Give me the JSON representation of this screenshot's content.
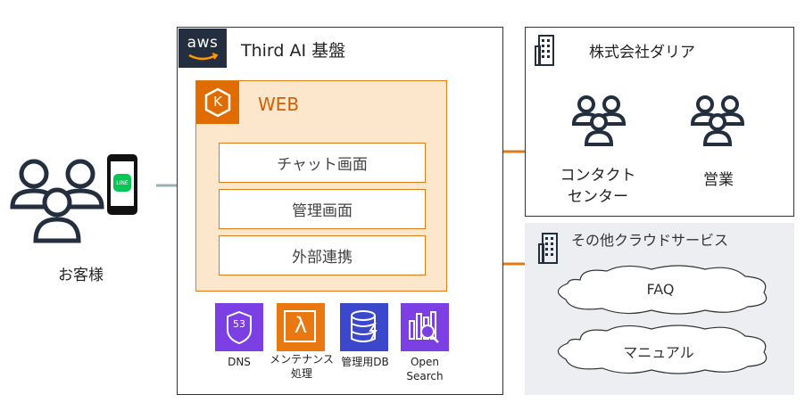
{
  "customer": {
    "label": "お客様",
    "line_badge": "LINE"
  },
  "aws": {
    "logo_text": "aws",
    "title": "Third AI 基盤"
  },
  "web": {
    "title": "WEB",
    "icon_letter": "K",
    "panels": [
      {
        "label": "チャット画面"
      },
      {
        "label": "管理画面"
      },
      {
        "label": "外部連携"
      }
    ]
  },
  "services": [
    {
      "label": "DNS",
      "icon": "route53-icon",
      "icon_text": "53",
      "color": "#7b3fe4"
    },
    {
      "label": "メンテナンス\n処理",
      "icon": "lambda-icon",
      "icon_text": "λ",
      "color": "#e8780f"
    },
    {
      "label": "管理用DB",
      "icon": "dynamodb-icon",
      "icon_text": "",
      "color": "#3b48cc"
    },
    {
      "label": "Open\nSearch",
      "icon": "opensearch-icon",
      "icon_text": "",
      "color": "#7b3fe4"
    }
  ],
  "company": {
    "title": "株式会社ダリア",
    "groups": [
      {
        "label": "コンタクト\nセンター"
      },
      {
        "label": "営業"
      }
    ]
  },
  "other_cloud": {
    "title": "その他クラウドサービス",
    "items": [
      {
        "label": "FAQ"
      },
      {
        "label": "マニュアル"
      }
    ]
  },
  "colors": {
    "orange": "#e07b1a",
    "connector_gray": "#9aaeb8",
    "dark": "#232f3e"
  }
}
